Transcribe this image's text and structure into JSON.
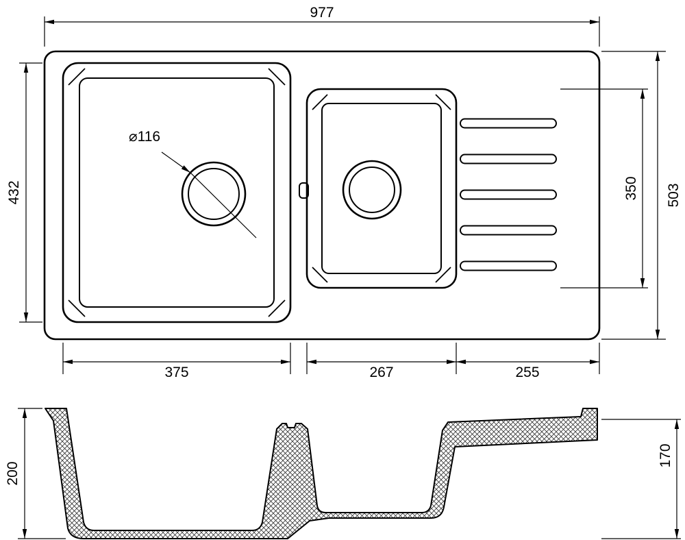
{
  "drawing": {
    "top": {
      "overall_width": "977",
      "overall_depth": "503",
      "left_depth": "432",
      "inner_right_depth": "350",
      "drain_diameter": "⌀116",
      "main_bowl_width": "375",
      "second_bowl_width": "267",
      "drainboard_width": "255"
    },
    "section": {
      "left_depth": "200",
      "right_depth": "170"
    },
    "colors": {
      "line": "#000000",
      "background": "#ffffff"
    }
  }
}
